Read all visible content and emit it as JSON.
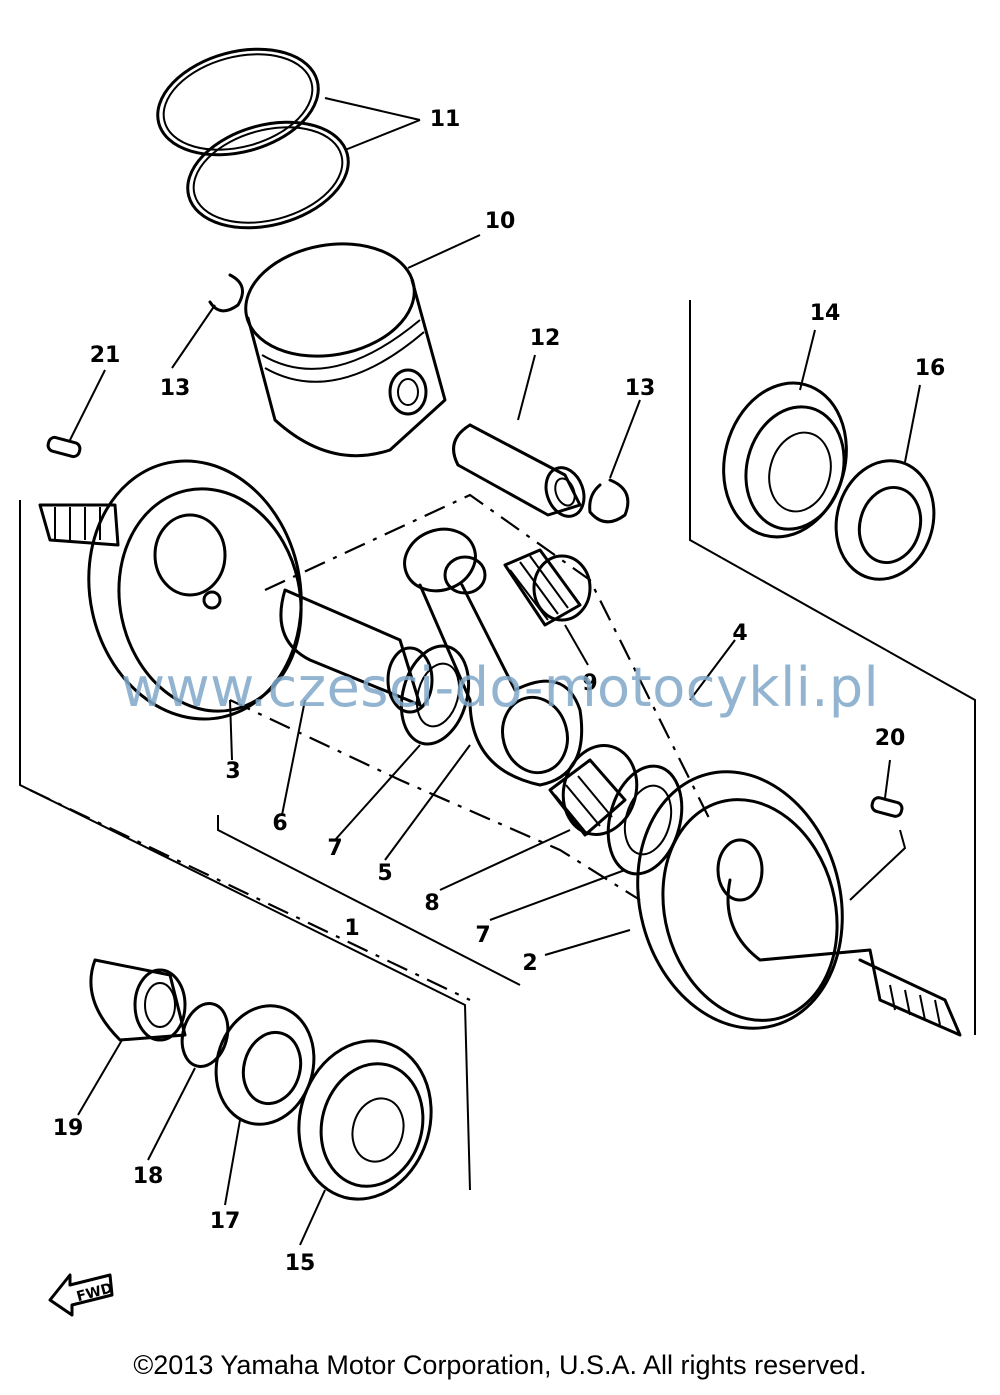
{
  "callouts": {
    "c1": "1",
    "c2": "2",
    "c3": "3",
    "c4": "4",
    "c5": "5",
    "c6": "6",
    "c7a": "7",
    "c7b": "7",
    "c8": "8",
    "c9": "9",
    "c10": "10",
    "c11": "11",
    "c12": "12",
    "c13a": "13",
    "c13b": "13",
    "c14": "14",
    "c15": "15",
    "c16": "16",
    "c17": "17",
    "c18": "18",
    "c19": "19",
    "c20": "20",
    "c21": "21"
  },
  "fwd_label": "FWD",
  "watermark": "www.czesci-do-motocykli.pl",
  "copyright": "©2013 Yamaha Motor Corporation, U.S.A. All rights reserved."
}
